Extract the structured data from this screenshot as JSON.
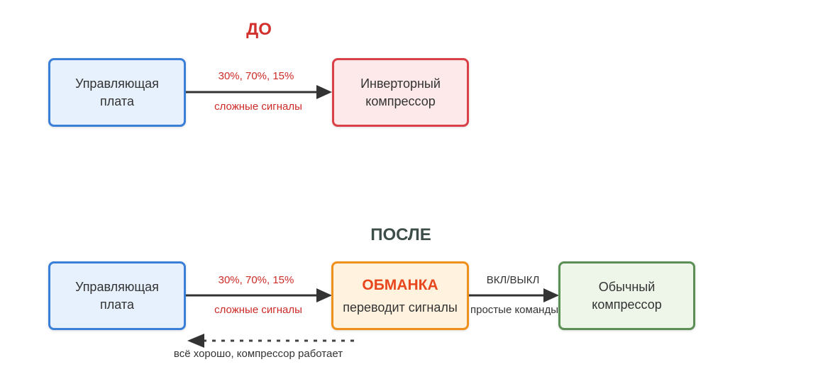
{
  "diagram": {
    "before": {
      "title": "ДО",
      "left_box": {
        "line1": "Управляющая",
        "line2": "плата"
      },
      "right_box": {
        "line1": "Инверторный",
        "line2": "компрессор"
      },
      "arrow_top_label": "30%, 70%, 15%",
      "arrow_bottom_label": "сложные сигналы"
    },
    "after": {
      "title": "ПОСЛЕ",
      "left_box": {
        "line1": "Управляющая",
        "line2": "плата"
      },
      "middle_box": {
        "title": "ОБМАНКА",
        "subtitle": "переводит сигналы"
      },
      "right_box": {
        "line1": "Обычный",
        "line2": "компрессор"
      },
      "arrow1_top_label": "30%, 70%, 15%",
      "arrow1_bottom_label": "сложные сигналы",
      "arrow2_top_label": "ВКЛ/ВЫКЛ",
      "arrow2_bottom_label": "простые команды",
      "feedback_label": "всё хорошо, компрессор работает"
    }
  },
  "colors": {
    "before_title": "#d2302c",
    "after_title": "#3d4d4a",
    "box_blue_fill": "#e6f1fd",
    "box_blue_border": "#3a7fd8",
    "box_red_fill": "#fde9ea",
    "box_red_border": "#d94048",
    "box_orange_fill": "#fff2de",
    "box_orange_border": "#f0901c",
    "box_green_fill": "#eef6ea",
    "box_green_border": "#5b8f55",
    "highlight_text": "#e8471e",
    "arrow": "#333333"
  }
}
